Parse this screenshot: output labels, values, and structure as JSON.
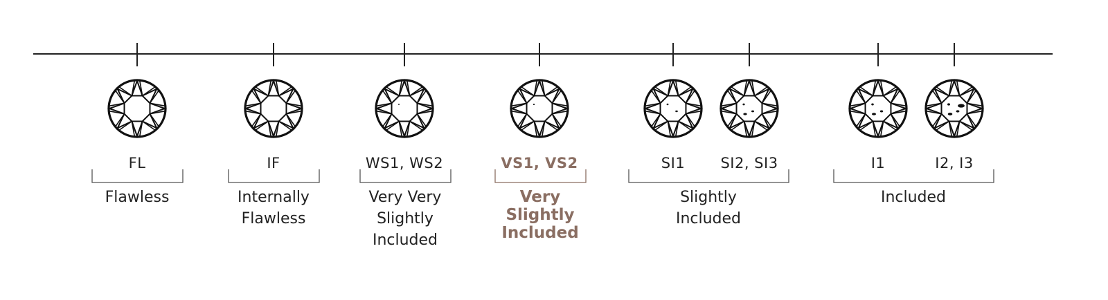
{
  "title": "Diamond Clarity Scale",
  "colors": {
    "line": "#222222",
    "highlight": "#8a6e62"
  },
  "grades": [
    {
      "code": "FL",
      "inclusions": 0
    },
    {
      "code": "IF",
      "inclusions": 0
    },
    {
      "code": "WS1, WS2",
      "inclusions": 1
    },
    {
      "code": "VS1, VS2",
      "inclusions": 1
    },
    {
      "code": "SI1",
      "inclusions": 2
    },
    {
      "code": "SI2, SI3",
      "inclusions": 3
    },
    {
      "code": "I1",
      "inclusions": 3
    },
    {
      "code": "I2, I3",
      "inclusions": 4
    }
  ],
  "groups": [
    {
      "name": "Flawless",
      "highlight": false
    },
    {
      "name": "Internally Flawless",
      "highlight": false
    },
    {
      "name": "Very Very Slightly Included",
      "highlight": false
    },
    {
      "name": "Very Slightly Included",
      "highlight": true
    },
    {
      "name": "Slightly Included",
      "highlight": false
    },
    {
      "name": "Included",
      "highlight": false
    }
  ]
}
